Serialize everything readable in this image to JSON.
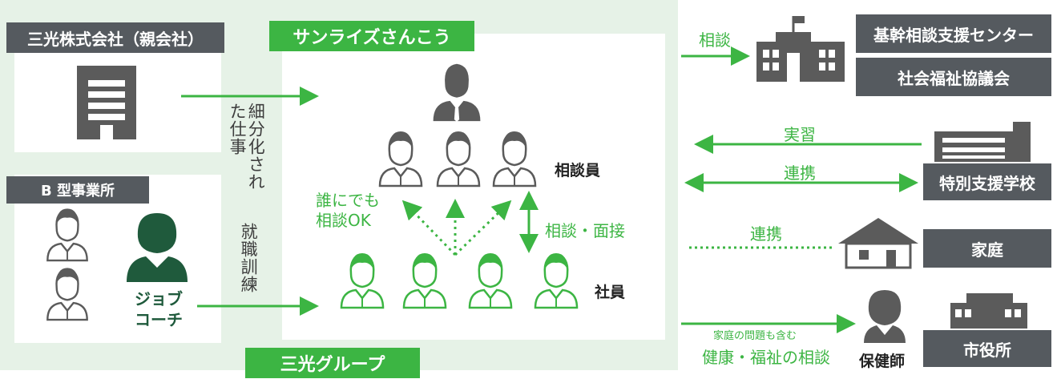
{
  "group_label": "三光グループ",
  "parent_company": {
    "label": "三光株式会社（親会社）",
    "note": "細分化された仕事"
  },
  "b_type": {
    "label": "B 型事業所",
    "coach_line1": "ジョブ",
    "coach_line2": "コーチ",
    "note": "就職訓練"
  },
  "sunrise": {
    "label": "サンライズさんこう",
    "counselor_label": "相談員",
    "employee_label": "社員",
    "anyone_line1": "誰にでも",
    "anyone_line2": "相談OK",
    "interview_label": "相談・面接"
  },
  "right": {
    "consult_label": "相談",
    "center1": "基幹相談支援センター",
    "center2": "社会福祉協議会",
    "training_label": "実習",
    "link_label1": "連携",
    "school": "特別支援学校",
    "link_label2": "連携",
    "home": "家庭",
    "health_small": "家庭の問題も含む",
    "health_big": "健康・福祉の相談",
    "nurse": "保健師",
    "city_hall": "市役所"
  },
  "colors": {
    "green": "#3cb543",
    "gray": "#555a5f",
    "panel": "#e6f2e7",
    "person_gray": "#5b5b5b",
    "coach": "#1f5a3c"
  },
  "icons": [
    "office-building-icon",
    "person-icon",
    "school-building-icon",
    "house-icon",
    "city-hall-icon",
    "nurse-icon"
  ]
}
